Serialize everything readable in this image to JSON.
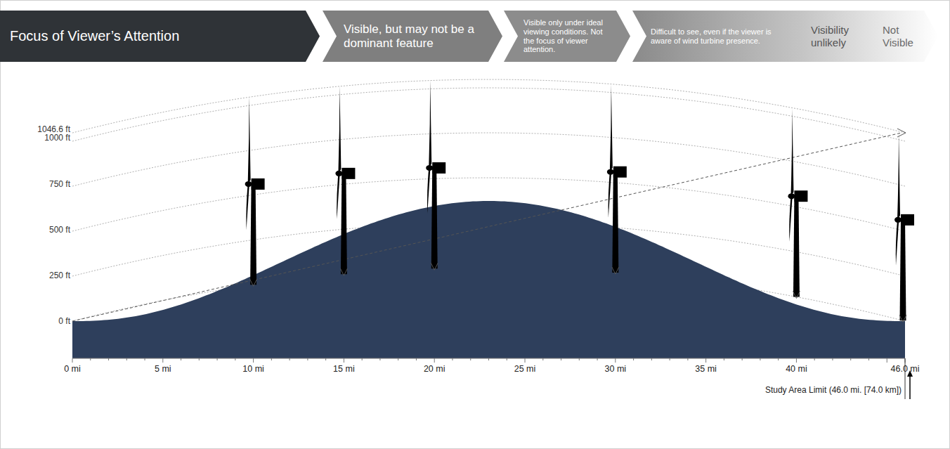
{
  "diagram": {
    "nodes": [
      {
        "text": [
          "Focus of Viewer’s Attention"
        ]
      },
      {
        "text": [
          "Visible, but may not be a dominant feature"
        ]
      },
      {
        "text": [
          "Visible only under ideal viewing conditions. Not the focus of viewer attention."
        ]
      },
      {
        "text": [
          "Difficult to see, even if the viewer is aware of wind turbine presence."
        ]
      },
      {
        "text": [
          "Visibility unlikely"
        ]
      },
      {
        "text": [
          "Not Visible"
        ]
      }
    ],
    "labels": [
      "1046.6 ft",
      "1000 ft",
      "750 ft",
      "500 ft",
      "250 ft",
      "0 ft",
      "0 mi",
      "5 mi",
      "10 mi",
      "15 mi",
      "20 mi",
      "25 mi",
      "30 mi",
      "35 mi",
      "40 mi",
      "46.0 mi",
      "Study Area Limit (46.0 mi. [74.0 km])"
    ]
  }
}
